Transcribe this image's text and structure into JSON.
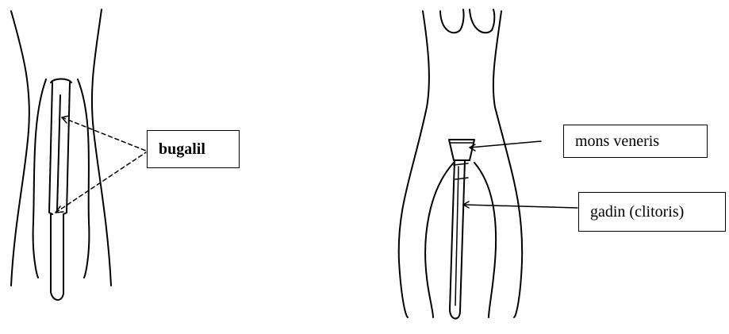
{
  "labels": {
    "bugalil": "bugalil",
    "mons_veneris": "mons veneris",
    "gadin": "gadin (clitoris)"
  }
}
